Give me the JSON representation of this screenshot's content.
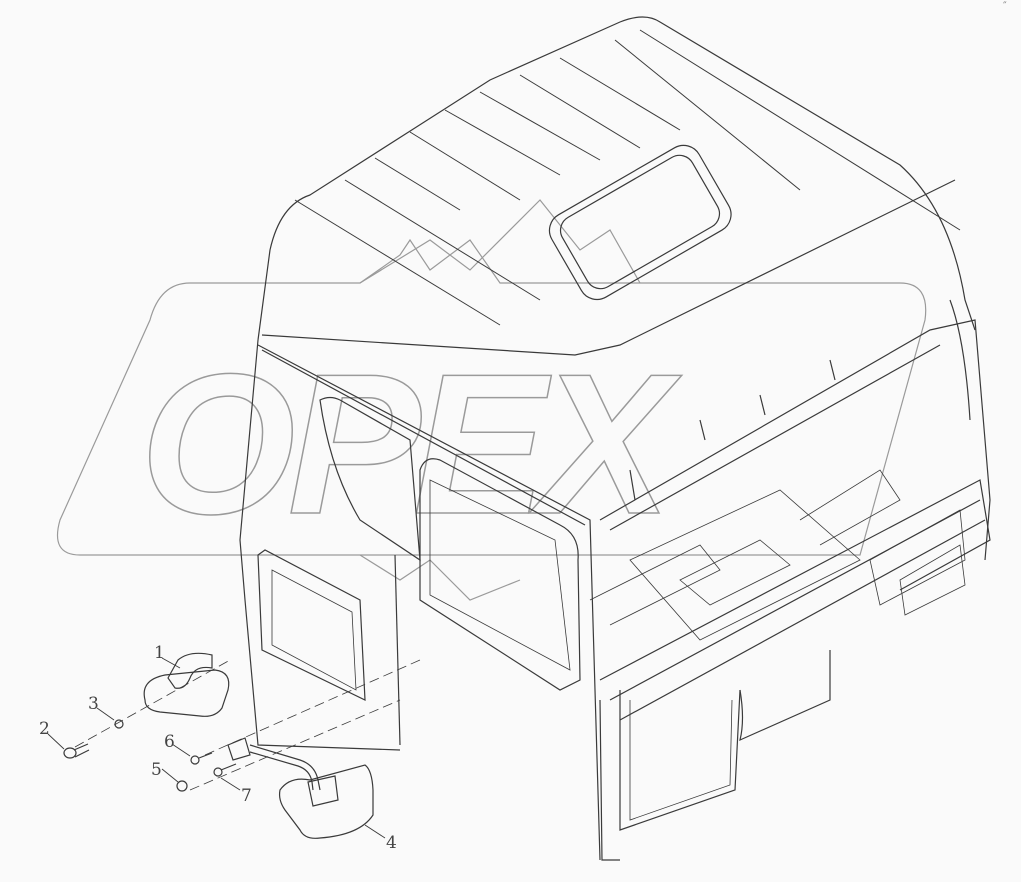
{
  "diagram": {
    "type": "exploded-parts-view",
    "subject": "truck cab body with exterior rear-view mirror assembly",
    "watermark": "OPEX",
    "corner_mark": "″",
    "background": "#fafafa",
    "line_color": "#3a3a3a",
    "watermark_color": "#9a9a9a"
  },
  "callouts": [
    {
      "id": "1",
      "label": "1",
      "part": "mirror-housing-small"
    },
    {
      "id": "2",
      "label": "2",
      "part": "bolt"
    },
    {
      "id": "3",
      "label": "3",
      "part": "washer"
    },
    {
      "id": "4",
      "label": "4",
      "part": "main-mirror"
    },
    {
      "id": "5",
      "label": "5",
      "part": "nut"
    },
    {
      "id": "6",
      "label": "6",
      "part": "nut"
    },
    {
      "id": "7",
      "label": "7",
      "part": "screw"
    }
  ]
}
